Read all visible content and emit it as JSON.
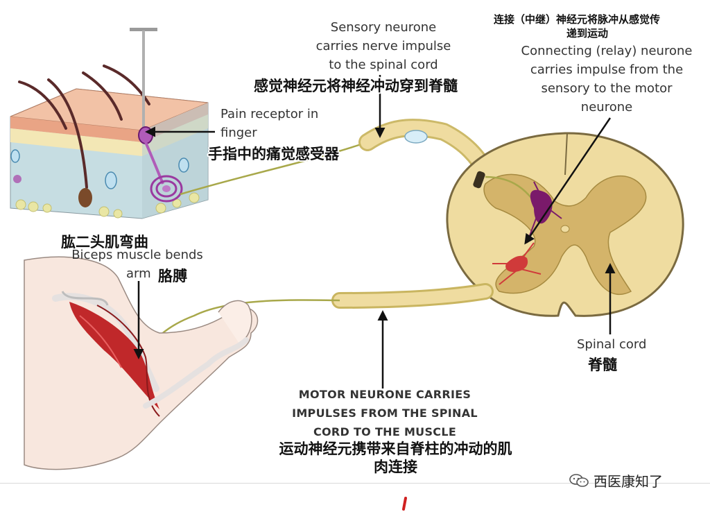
{
  "labels": {
    "sensory_neurone": [
      "Sensory neurone",
      "carries nerve impulse",
      "to the spinal cord"
    ],
    "sensory_neurone_cn": "感觉神经元将神经冲动穿到脊髓",
    "pain_receptor": [
      "Pain receptor in",
      "finger"
    ],
    "pain_receptor_cn": "手指中的痛觉感受器",
    "connecting_cn": [
      "连接（中继）神经元将脉冲从感觉传",
      "递到运动"
    ],
    "connecting": [
      "Connecting (relay) neurone",
      "carries impulse from the",
      "sensory to the motor",
      "neurone"
    ],
    "biceps_cn": "肱二头肌弯曲",
    "biceps": [
      "Biceps muscle bends",
      "arm"
    ],
    "arm_cn": "胳膊",
    "spinal_cord": "Spinal cord",
    "spinal_cord_cn": "脊髓",
    "motor_neurone": [
      "MOTOR NEURONE CARRIES",
      "IMPULSES FROM THE SPINAL",
      "CORD TO THE MUSCLE"
    ],
    "motor_neurone_cn": [
      "运动神经元携带来自脊柱的冲动的肌",
      "肉连接"
    ]
  },
  "watermark": {
    "text": "西医康知了",
    "icon": "wechat-icon"
  },
  "colors": {
    "skin_surface": "#f2c2a6",
    "fat_layer": "#f3e7b5",
    "dermis": "#c6dde2",
    "nerve": "#a8a84a",
    "spinal_cord_white": "#efdca0",
    "spinal_cord_grey": "#d4b46a",
    "cord_outline": "#7a6a40",
    "muscle_red": "#c0282a",
    "receptor_purple": "#9a3aa0",
    "arrow": "#111111"
  }
}
